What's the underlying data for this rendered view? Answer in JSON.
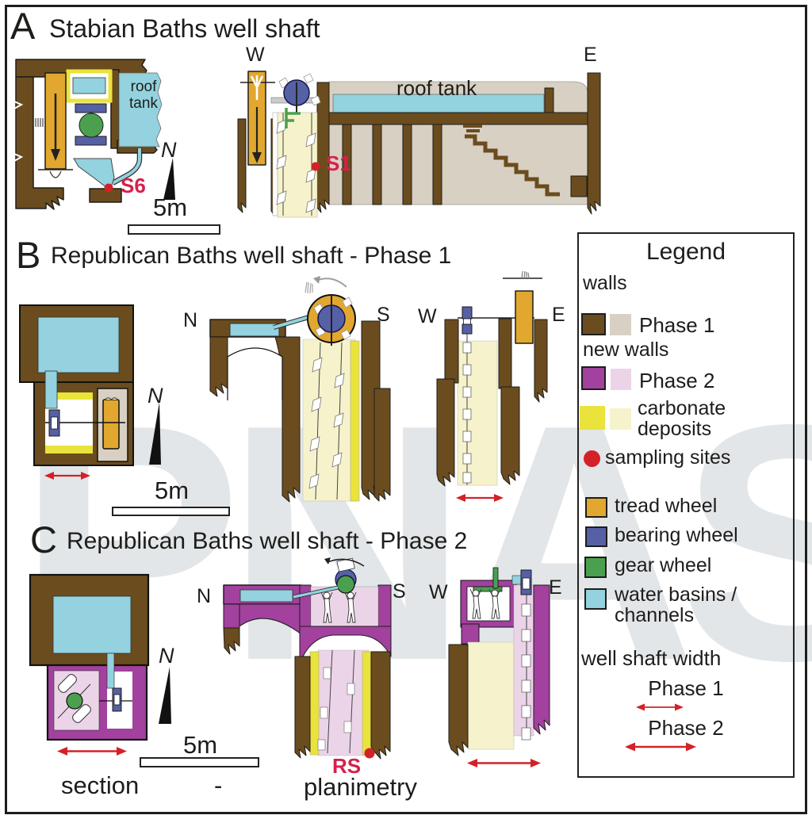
{
  "watermark": "PNAS",
  "colors": {
    "phase1_wall_dark": "#6b4c1e",
    "phase1_wall_light": "#d8d1c3",
    "phase2_wall_dark": "#a2419e",
    "phase2_wall_light": "#ecd4e8",
    "carbonate_dark": "#eae33b",
    "carbonate_light": "#f6f2cb",
    "sampling_red": "#d42127",
    "label_crimson": "#d6204a",
    "tread_wheel_orange": "#e2a72e",
    "bearing_wheel_blue": "#5560a5",
    "gear_wheel_green": "#4ba04f",
    "water_blue": "#93d2de",
    "watermark_gray": "#e2e6e8",
    "outline_black": "#1d1d1b"
  },
  "panels": {
    "a": {
      "letter": "A",
      "title": "Stabian Baths well shaft",
      "plan": {
        "roof_tank": "roof tank",
        "sample": "S6",
        "north": "N",
        "scale": "5m"
      },
      "section": {
        "west": "W",
        "east": "E",
        "roof_tank": "roof tank",
        "sample": "S1"
      }
    },
    "b": {
      "letter": "B",
      "title": "Republican Baths well shaft - Phase 1",
      "plan": {
        "north": "N",
        "scale": "5m"
      },
      "section_ns": {
        "north": "N",
        "south": "S"
      },
      "section_we": {
        "west": "W",
        "east": "E"
      }
    },
    "c": {
      "letter": "C",
      "title": "Republican Baths well shaft - Phase 2",
      "plan": {
        "north": "N",
        "scale": "5m"
      },
      "section_ns": {
        "north": "N",
        "south": "S",
        "sample": "RS"
      },
      "section_we": {
        "west": "W",
        "east": "E"
      }
    }
  },
  "footer": {
    "section": "section",
    "dash": "-",
    "planimetry": "planimetry"
  },
  "legend": {
    "title": "Legend",
    "walls_heading": "walls",
    "phase1_label": "Phase 1",
    "new_walls_heading": "new walls",
    "phase2_label": "Phase 2",
    "carbonate_label": "carbonate deposits",
    "sampling_label": "sampling sites",
    "tread_label": "tread wheel",
    "bearing_label": "bearing wheel",
    "gear_label": "gear wheel",
    "water_label": "water basins / channels",
    "width_heading": "well shaft width",
    "width_phase1": "Phase 1",
    "width_phase2": "Phase 2"
  }
}
